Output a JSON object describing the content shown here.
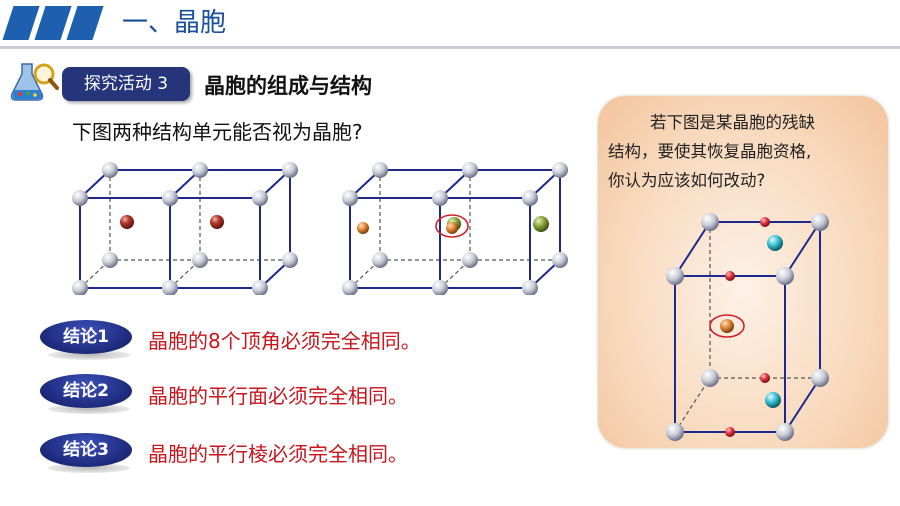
{
  "header": {
    "title": "一、晶胞"
  },
  "activity": {
    "badge": "探究活动 3",
    "title": "晶胞的组成与结构"
  },
  "question": "下图两种结构单元能否视为晶胞?",
  "conclusions": [
    {
      "badge": "结论1",
      "text": "晶胞的8个顶角必须完全相同。"
    },
    {
      "badge": "结论2",
      "text": "晶胞的平行面必须完全相同。"
    },
    {
      "badge": "结论3",
      "text": "晶胞的平行棱必须完全相同。"
    }
  ],
  "panel": {
    "line1": "若下图是某晶胞的残缺",
    "line2": "结构，要使其恢复晶胞资格,",
    "line3": "你认为应该如何改动?"
  },
  "colors": {
    "header_blue": "#1f5fb0",
    "badge_navy": "#26347a",
    "edge_navy": "#1d2a8c",
    "conclusion_red": "#c8161d",
    "panel_peach": "#f8d9bd"
  },
  "icons": {
    "flask": "flask-magnifier-icon"
  }
}
